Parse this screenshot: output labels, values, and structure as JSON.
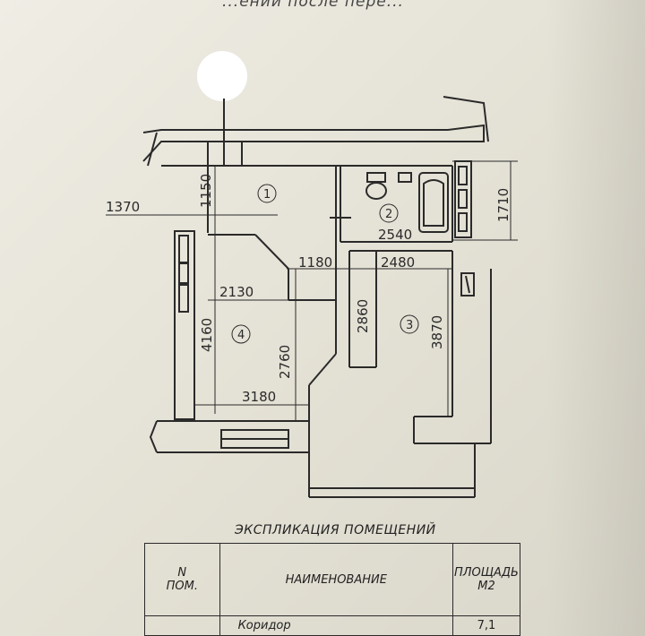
{
  "top_caption": "...ений после пере...",
  "dimensions": {
    "d1370": "1370",
    "d1150": "1150",
    "d1710": "1710",
    "d2540": "2540",
    "d1180": "1180",
    "d2480": "2480",
    "d2130": "2130",
    "d2860": "2860",
    "d4160": "4160",
    "d3870": "3870",
    "d2760": "2760",
    "d3180": "3180"
  },
  "rooms": [
    "1",
    "2",
    "3",
    "4"
  ],
  "explication": {
    "title": "ЭКСПЛИКАЦИЯ ПОМЕЩЕНИЙ",
    "headers": {
      "number": "N\nПОМ.",
      "name": "НАИМЕНОВАНИЕ",
      "area": "ПЛОЩАДЬ\nМ2"
    },
    "rows": [
      {
        "name": "Коридор",
        "area": "7,1"
      }
    ]
  }
}
